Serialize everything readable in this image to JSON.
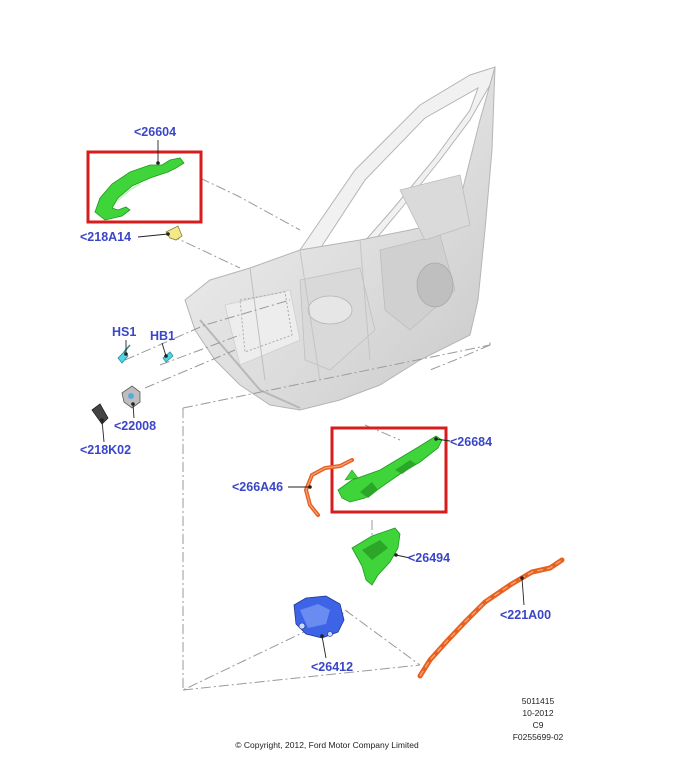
{
  "labels": {
    "p26604": "<26604",
    "p218A14": "<218A14",
    "hs1": "HS1",
    "hb1": "HB1",
    "p22008": "<22008",
    "p218K02": "<218K02",
    "p26684": "<26684",
    "p266A46": "<266A46",
    "p26494": "<26494",
    "p221A00": "<221A00",
    "p26412": "<26412"
  },
  "reference": {
    "number": "5011415",
    "date": "10-2012",
    "code": "C9",
    "figure": "F0255699-02"
  },
  "copyright": "© Copyright, 2012, Ford Motor Company Limited",
  "colors": {
    "label": "#3a46c8",
    "highlight_box": "#d61c1c",
    "part_green": "#3ed43a",
    "part_orange": "#e8601e",
    "part_blue": "#3d63e6",
    "part_cyan": "#4fd6e6",
    "door": "#e2e2e2"
  }
}
